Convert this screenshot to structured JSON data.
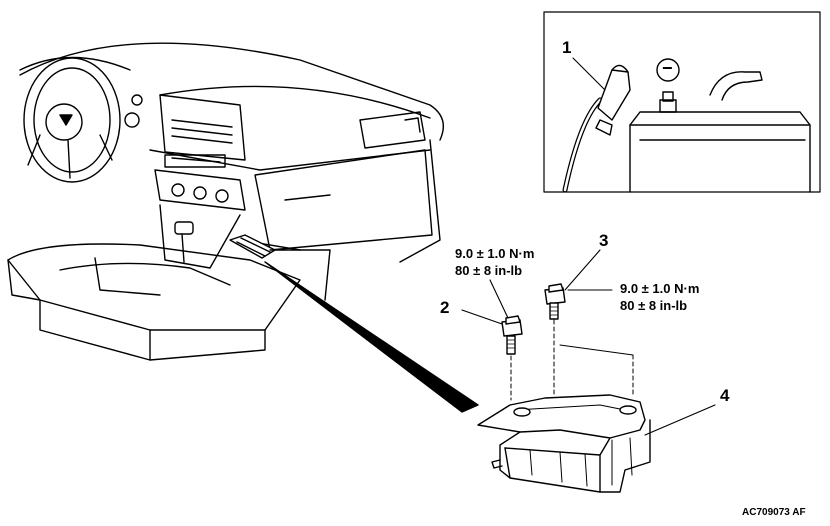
{
  "callouts": {
    "c1": "1",
    "c2": "2",
    "c3": "3",
    "c4": "4"
  },
  "battery_terminal_symbol": "−",
  "torque_bolt2": {
    "metric": "9.0 ± 1.0 N·m",
    "imperial": "80 ± 8 in-lb"
  },
  "torque_bolt3": {
    "metric": "9.0 ± 1.0 N·m",
    "imperial": "80 ± 8 in-lb"
  },
  "figure_code": "AC709073 AF"
}
